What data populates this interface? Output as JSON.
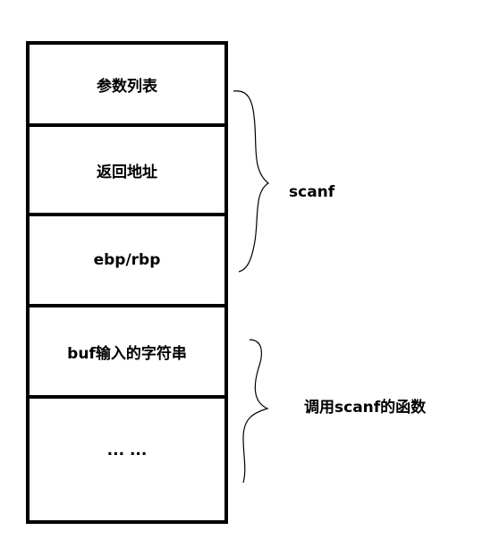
{
  "stack": {
    "cells": [
      {
        "label": "参数列表"
      },
      {
        "label": "返回地址"
      },
      {
        "label": "ebp/rbp"
      },
      {
        "label": "buf输入的字符串"
      },
      {
        "label": "... ..."
      }
    ]
  },
  "annotations": {
    "top_group_label": "scanf",
    "bottom_group_label": "调用scanf的函数"
  }
}
